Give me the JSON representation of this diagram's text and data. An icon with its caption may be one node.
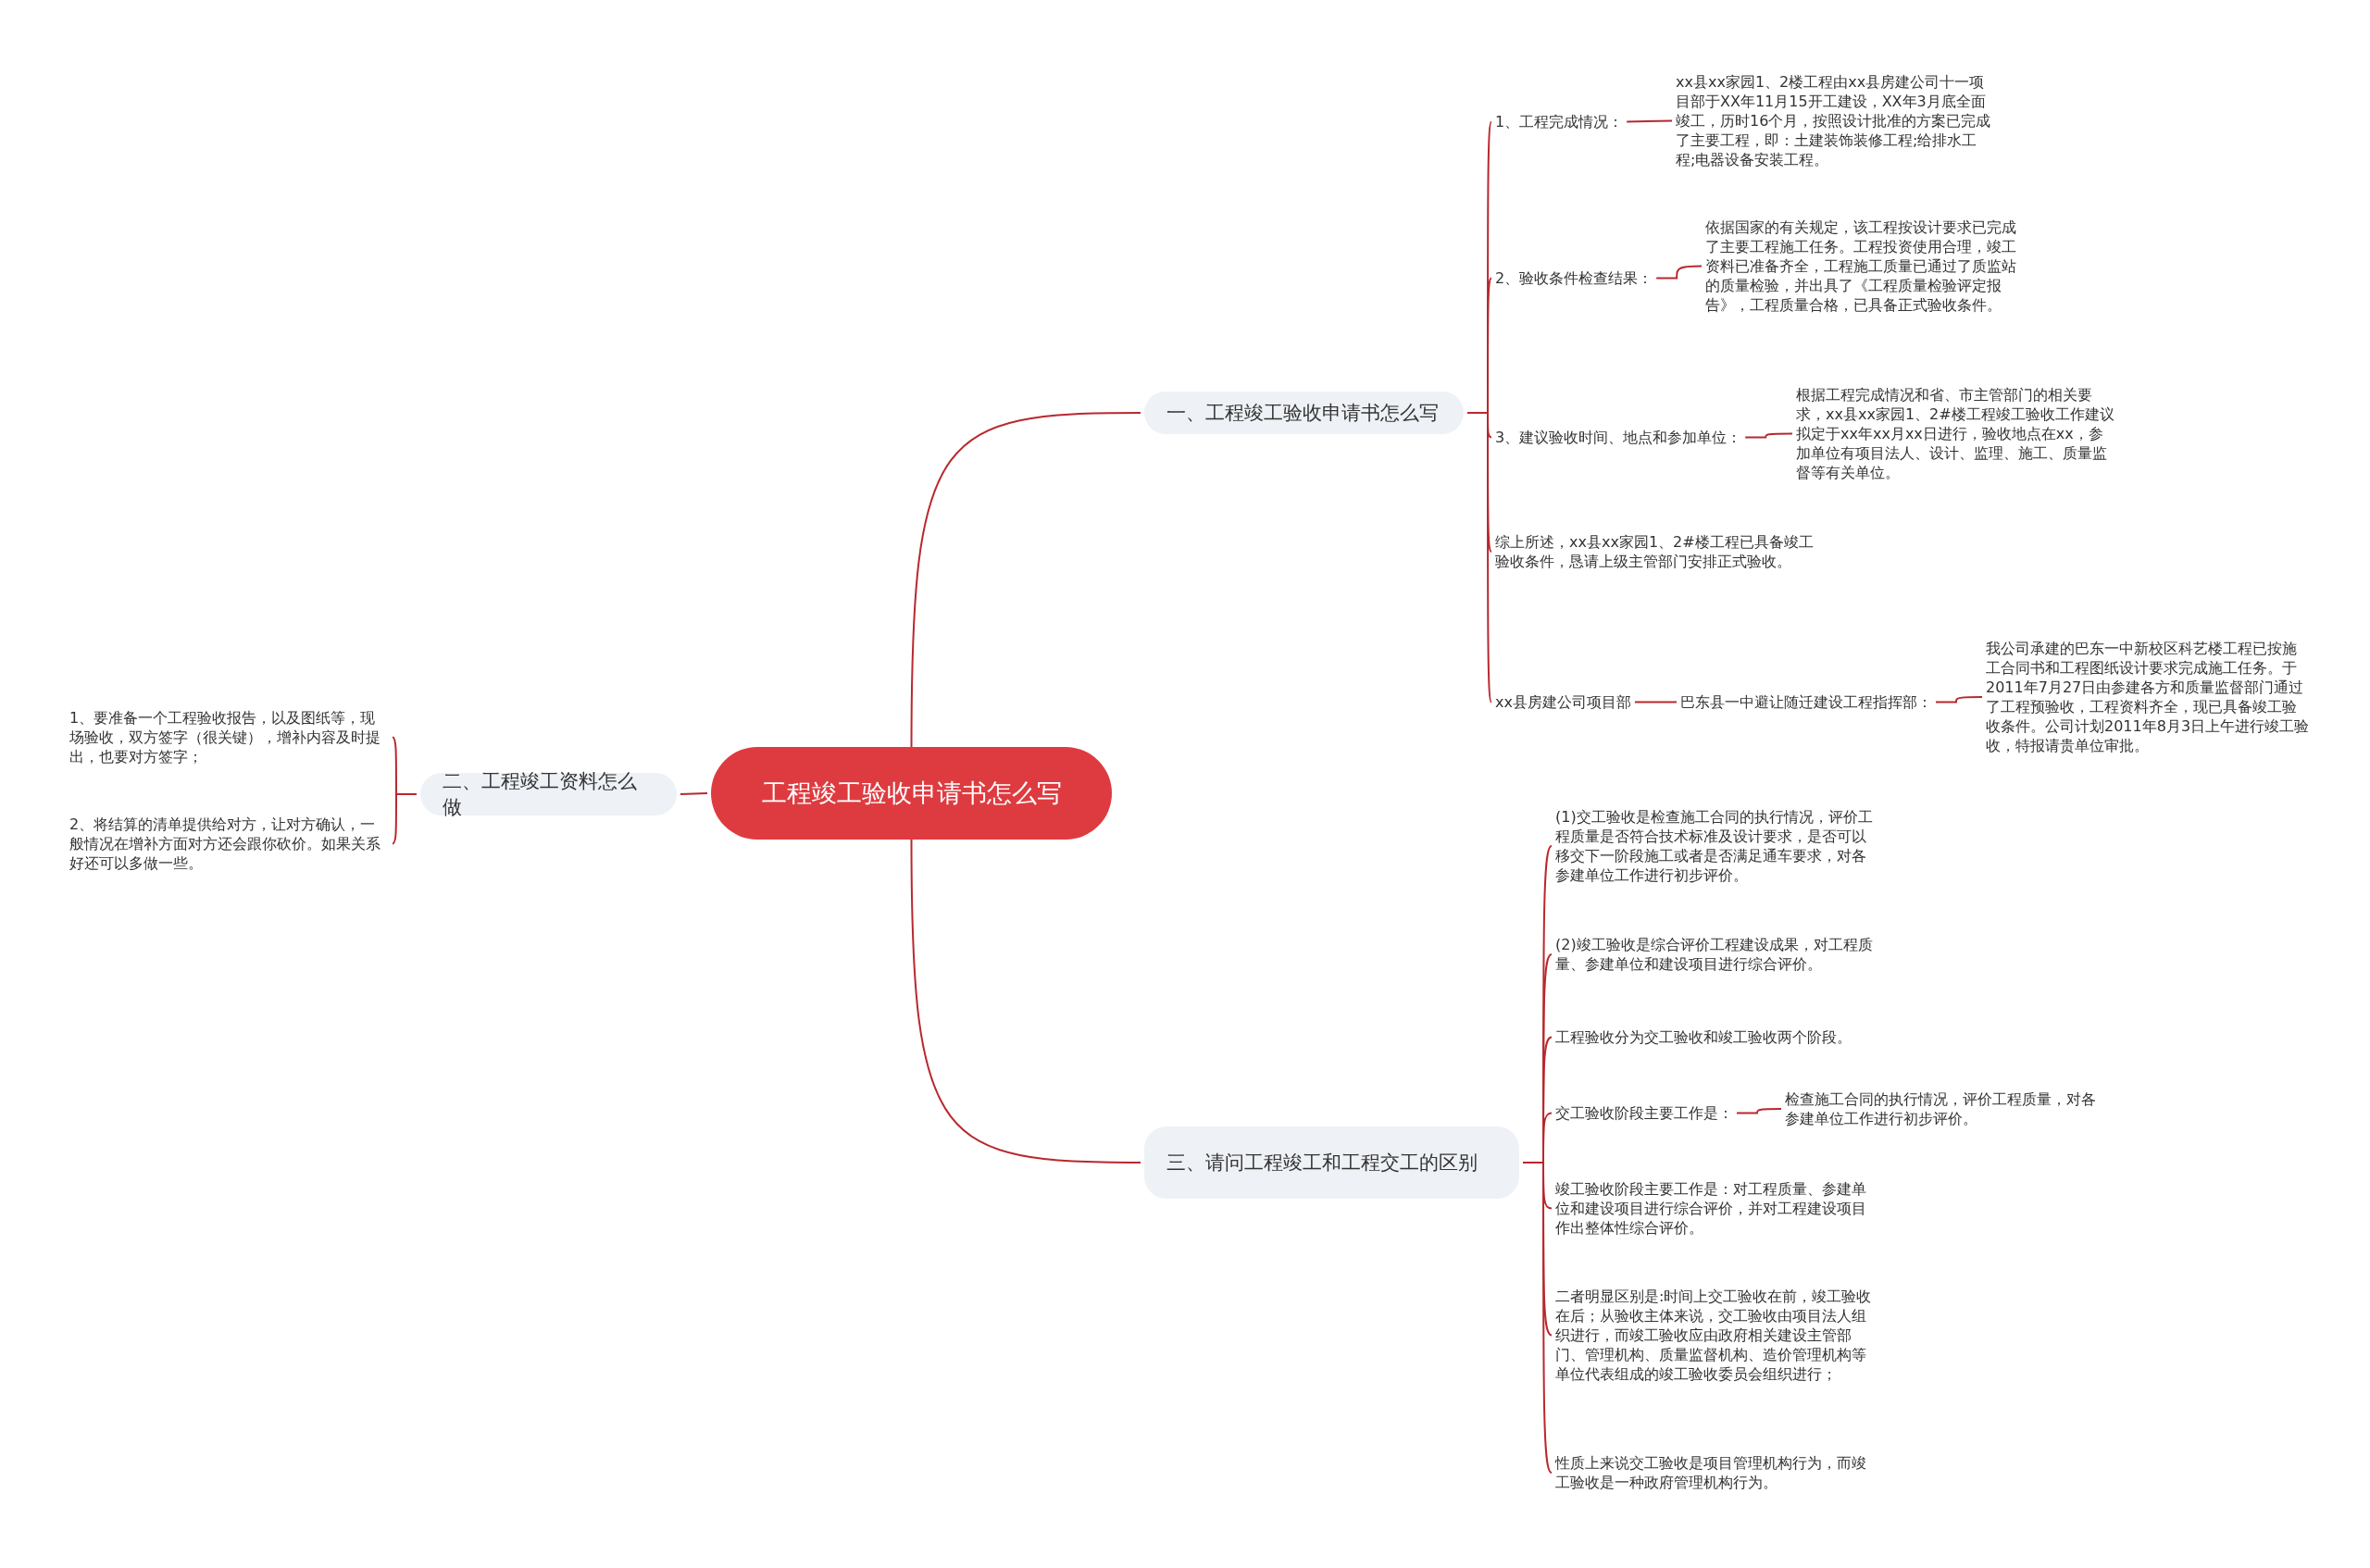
{
  "diagram": {
    "nodes": [
      {
        "text": [
          "工程竣工验收申请书怎么写"
        ]
      },
      {
        "text": [
          "一、工程竣工验收申请书怎么写"
        ]
      },
      {
        "text": [
          "1、工程完成情况："
        ]
      },
      {
        "text": [
          "xx县xx家园1、2楼工程由xx县房建公司十一项目部于XX年11月15开工建设，XX年3月底全面竣工，历时16个月，按照设计批准的方案已完成了主要工程，即：土建装饰装修工程;给排水工程;电器设备安装工程。"
        ]
      },
      {
        "text": [
          "2、验收条件检查结果："
        ]
      },
      {
        "text": [
          "依据国家的有关规定，该工程按设计要求已完成了主要工程施工任务。工程投资使用合理，竣工资料已准备齐全，工程施工质量已通过了质监站的质量检验，并出具了《工程质量检验评定报告》，工程质量合格，已具备正式验收条件。"
        ]
      },
      {
        "text": [
          "3、建议验收时间、地点和参加单位："
        ]
      },
      {
        "text": [
          "根据工程完成情况和省、市主管部门的相关要求，xx县xx家园1、2#楼工程竣工验收工作建议拟定于xx年xx月xx日进行，验收地点在xx，参加单位有项目法人、设计、监理、施工、质量监督等有关单位。"
        ]
      },
      {
        "text": [
          "综上所述，xx县xx家园1、2#楼工程已具备竣工验收条件，恳请上级主管部门安排正式验收。"
        ]
      },
      {
        "text": [
          "xx县房建公司项目部"
        ]
      },
      {
        "text": [
          "巴东县一中避让随迁建设工程指挥部："
        ]
      },
      {
        "text": [
          "我公司承建的巴东一中新校区科艺楼工程已按施工合同书和工程图纸设计要求完成施工任务。于2011年7月27日由参建各方和质量监督部门通过了工程预验收，工程资料齐全，现已具备竣工验收条件。公司计划2011年8月3日上午进行竣工验收，特报请贵单位审批。"
        ]
      },
      {
        "text": [
          "二、工程竣工资料怎么做"
        ]
      },
      {
        "text": [
          "1、要准备一个工程验收报告，以及图纸等，现场验收，双方签字（很关键），增补内容及时提出，也要对方签字；"
        ]
      },
      {
        "text": [
          "2、将结算的清单提供给对方，让对方确认，一般情况在增补方面对方还会跟你砍价。如果关系好还可以多做一些。"
        ]
      },
      {
        "text": [
          "三、请问工程竣工和工程交工的区别"
        ]
      },
      {
        "text": [
          "(1)交工验收是检查施工合同的执行情况，评价工程质量是否符合技术标准及设计要求，是否可以移交下一阶段施工或者是否满足通车要求，对各参建单位工作进行初步评价。"
        ]
      },
      {
        "text": [
          "(2)竣工验收是综合评价工程建设成果，对工程质量、参建单位和建设项目进行综合评价。"
        ]
      },
      {
        "text": [
          "工程验收分为交工验收和竣工验收两个阶段。"
        ]
      },
      {
        "text": [
          "交工验收阶段主要工作是："
        ]
      },
      {
        "text": [
          "检查施工合同的执行情况，评价工程质量，对各参建单位工作进行初步评价。"
        ]
      },
      {
        "text": [
          "竣工验收阶段主要工作是：对工程质量、参建单位和建设项目进行综合评价，并对工程建设项目作出整体性综合评价。"
        ]
      },
      {
        "text": [
          "二者明显区别是:时间上交工验收在前，竣工验收在后；从验收主体来说，交工验收由项目法人组织进行，而竣工验收应由政府相关建设主管部门、管理机构、质量监督机构、造价管理机构等单位代表组成的竣工验收委员会组织进行；"
        ]
      },
      {
        "text": [
          "性质上来说交工验收是项目管理机构行为，而竣工验收是一种政府管理机构行为。"
        ]
      }
    ],
    "edges": [
      {
        "from": 0,
        "to": 1,
        "arrow": "none"
      },
      {
        "from": 1,
        "to": 2,
        "arrow": "none"
      },
      {
        "from": 2,
        "to": 3,
        "arrow": "none"
      },
      {
        "from": 1,
        "to": 4,
        "arrow": "none"
      },
      {
        "from": 4,
        "to": 5,
        "arrow": "none"
      },
      {
        "from": 1,
        "to": 6,
        "arrow": "none"
      },
      {
        "from": 6,
        "to": 7,
        "arrow": "none"
      },
      {
        "from": 1,
        "to": 8,
        "arrow": "none"
      },
      {
        "from": 1,
        "to": 9,
        "arrow": "none"
      },
      {
        "from": 9,
        "to": 10,
        "arrow": "none"
      },
      {
        "from": 10,
        "to": 11,
        "arrow": "none"
      },
      {
        "from": 0,
        "to": 12,
        "arrow": "none"
      },
      {
        "from": 12,
        "to": 13,
        "arrow": "none"
      },
      {
        "from": 12,
        "to": 14,
        "arrow": "none"
      },
      {
        "from": 0,
        "to": 15,
        "arrow": "none"
      },
      {
        "from": 15,
        "to": 16,
        "arrow": "none"
      },
      {
        "from": 15,
        "to": 17,
        "arrow": "none"
      },
      {
        "from": 15,
        "to": 18,
        "arrow": "none"
      },
      {
        "from": 15,
        "to": 19,
        "arrow": "none"
      },
      {
        "from": 19,
        "to": 20,
        "arrow": "none"
      },
      {
        "from": 15,
        "to": 21,
        "arrow": "none"
      },
      {
        "from": 15,
        "to": 22,
        "arrow": "none"
      },
      {
        "from": 15,
        "to": 23,
        "arrow": "none"
      }
    ]
  }
}
